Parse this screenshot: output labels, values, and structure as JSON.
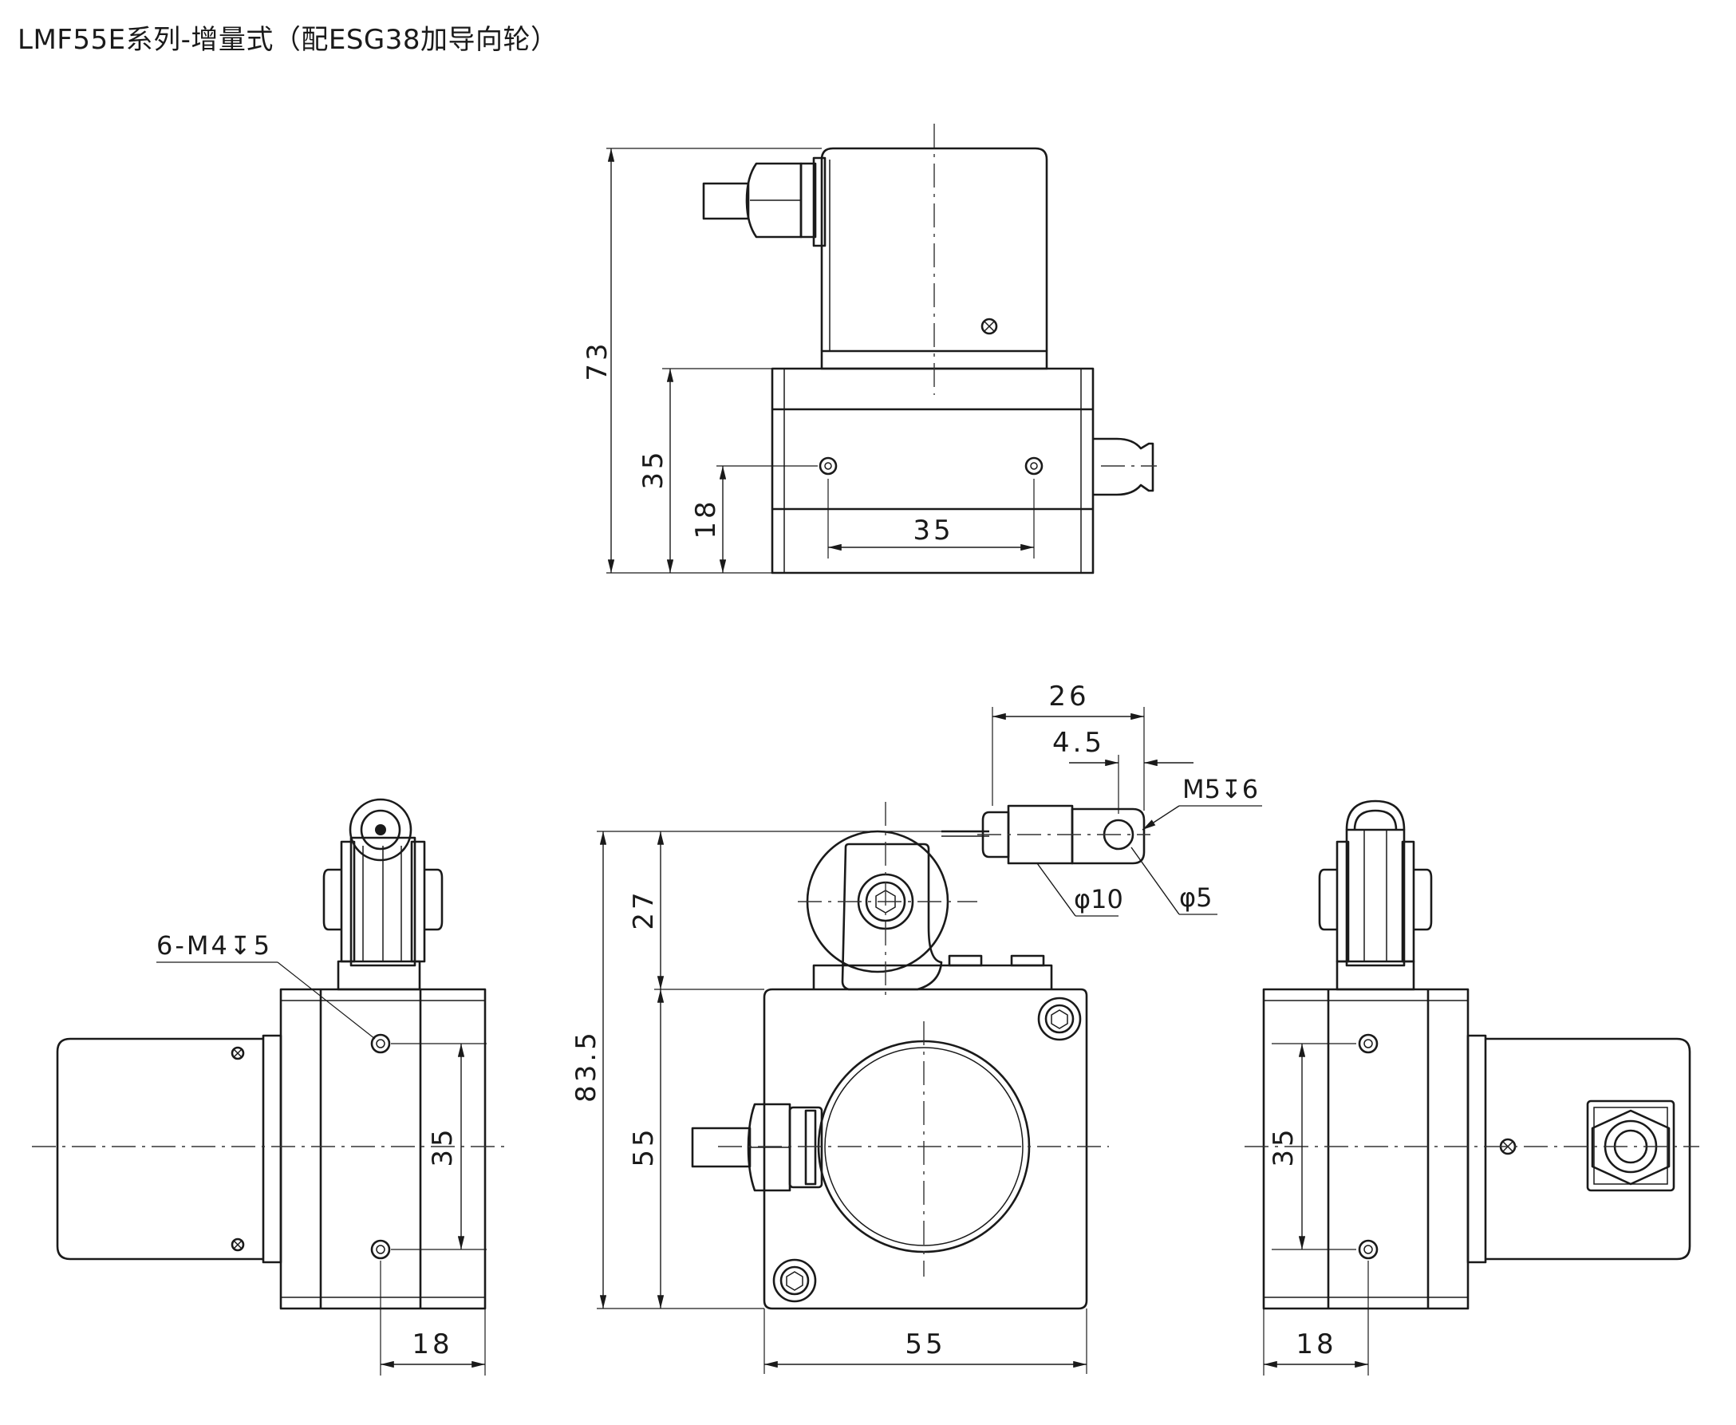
{
  "title": "LMF55E系列-增量式（配ESG38加导向轮）",
  "dimensions": {
    "top_total": "73",
    "top_base_height": "35",
    "top_hole_height": "18",
    "top_hole_spacing": "35",
    "cable_length": "26",
    "cable_offset": "4.5",
    "thread_callout": "M5↧6",
    "cable_end_dia": "φ10",
    "hole_dia": "φ5",
    "front_total": "83.5",
    "front_upper": "27",
    "front_lower": "55",
    "front_width": "55",
    "left_thread_callout": "6-M4↧5",
    "left_hole_spacing": "35",
    "left_hole_offset": "18",
    "right_hole_spacing": "35",
    "right_hole_offset": "18"
  },
  "colors": {
    "line": "#1a1a1a",
    "background": "#ffffff"
  }
}
